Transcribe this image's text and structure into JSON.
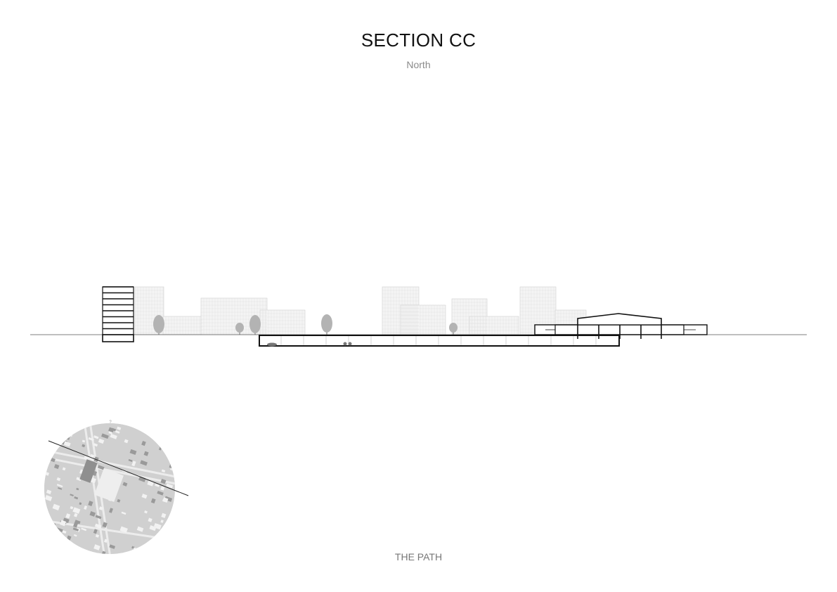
{
  "drawing": {
    "title": "SECTION CC",
    "orientation": "North",
    "footer": "THE PATH"
  },
  "colors": {
    "ink": "#111111",
    "context_gray": "#c9c9c9",
    "context_fill": "#f3f3f3",
    "tree_gray": "#a8a8a8",
    "map_fill": "#d4d4d4"
  }
}
